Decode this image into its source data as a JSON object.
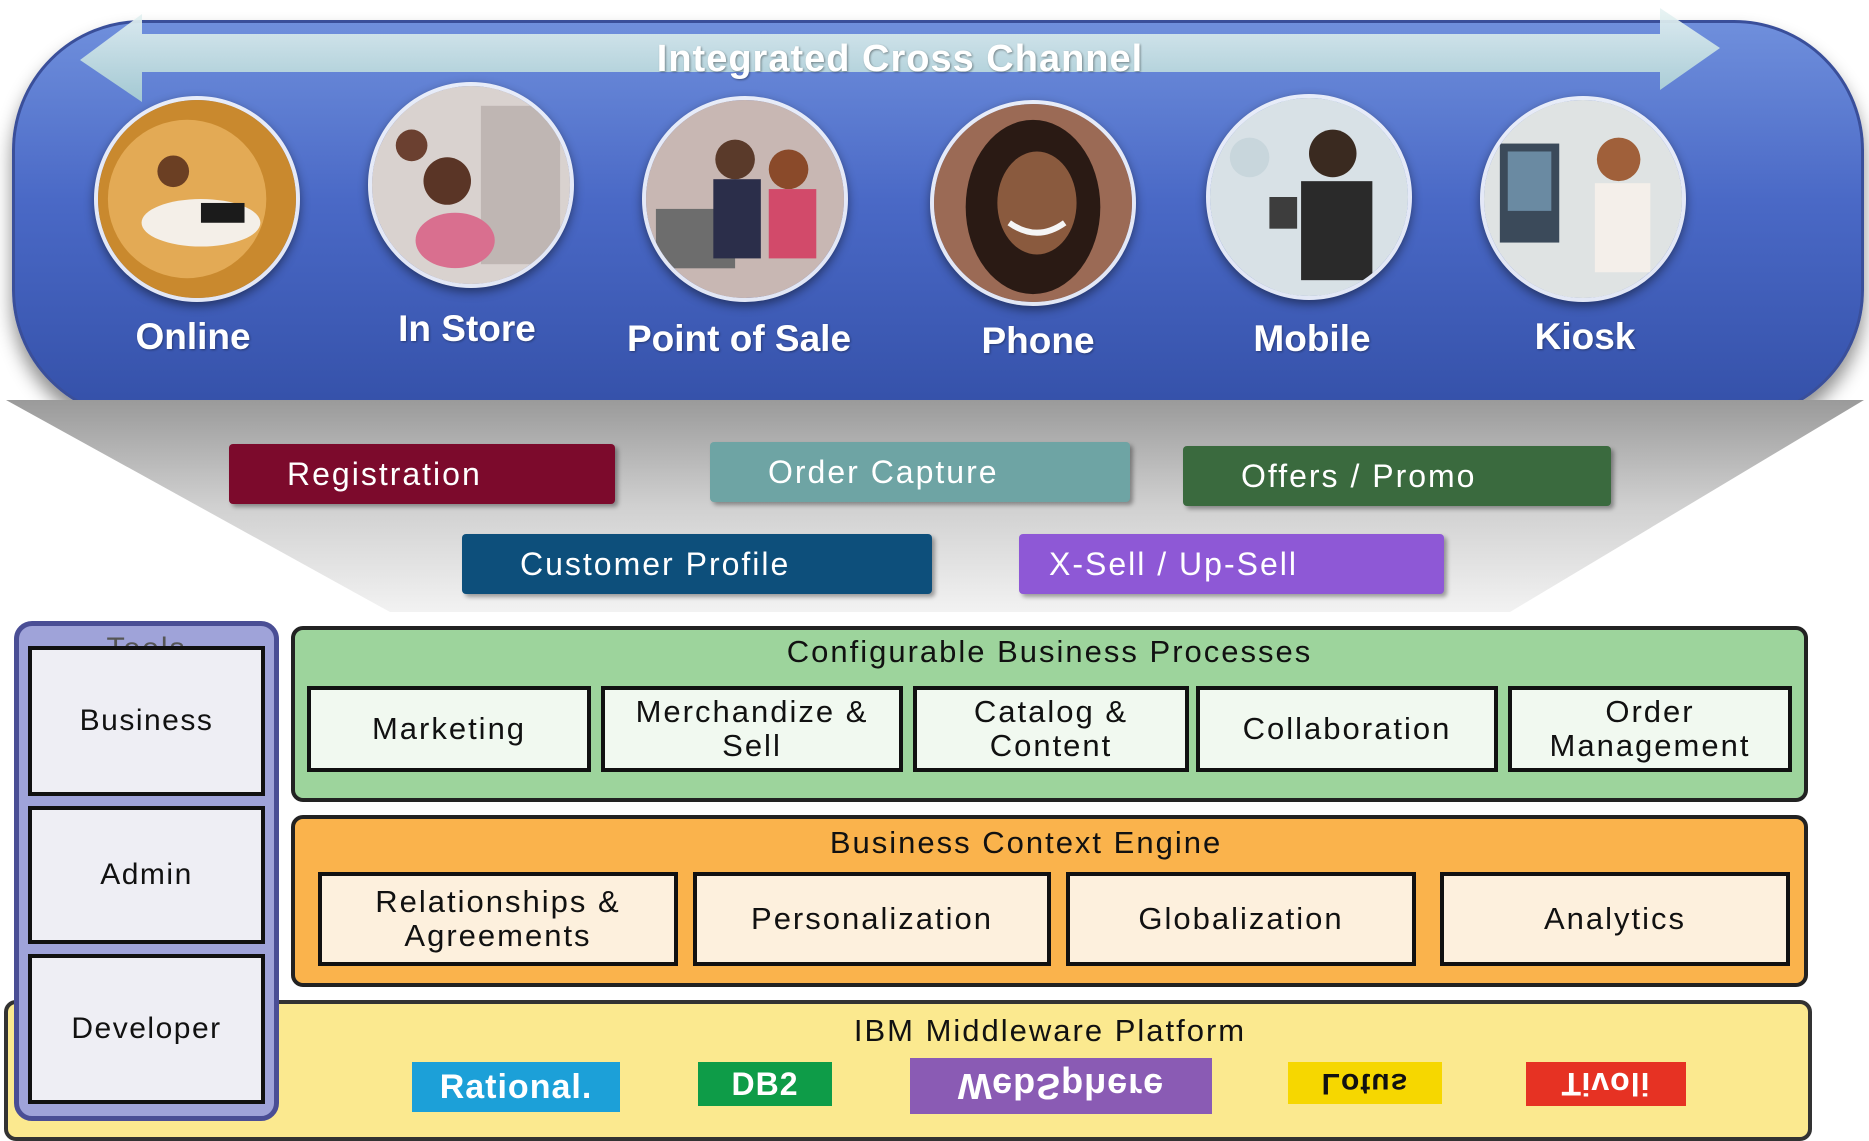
{
  "banner": {
    "title": "Integrated Cross Channel",
    "channels": [
      {
        "label": "Online",
        "icon": "online-photo"
      },
      {
        "label": "In Store",
        "icon": "in-store-photo"
      },
      {
        "label": "Point of Sale",
        "icon": "point-of-sale-photo"
      },
      {
        "label": "Phone",
        "icon": "phone-photo"
      },
      {
        "label": "Mobile",
        "icon": "mobile-photo"
      },
      {
        "label": "Kiosk",
        "icon": "kiosk-photo"
      }
    ]
  },
  "functions": {
    "registration": {
      "label": "Registration",
      "color": "#7c0a2c"
    },
    "order_capture": {
      "label": "Order Capture",
      "color": "#6ea4a4"
    },
    "offers_promo": {
      "label": "Offers / Promo",
      "color": "#3a6a3e"
    },
    "customer_profile": {
      "label": "Customer Profile",
      "color": "#0d4f7b"
    },
    "xsell_upsell": {
      "label": "X-Sell / Up-Sell",
      "color": "#8e58d6"
    }
  },
  "tools": {
    "title": "Tools",
    "items": [
      "Business",
      "Admin",
      "Developer"
    ]
  },
  "configurable_business_processes": {
    "title": "Configurable Business Processes",
    "color": "#9dd49c",
    "items": [
      "Marketing",
      "Merchandize & Sell",
      "Catalog & Content",
      "Collaboration",
      "Order Management"
    ]
  },
  "business_context_engine": {
    "title": "Business Context Engine",
    "color": "#fab34c",
    "items": [
      "Relationships & Agreements",
      "Personalization",
      "Globalization",
      "Analytics"
    ]
  },
  "middleware": {
    "title": "IBM Middleware Platform",
    "color": "#fbe98f",
    "logos": [
      {
        "label": "Rational.",
        "color": "#1ca0d8"
      },
      {
        "label": "DB2",
        "color": "#0e9c48"
      },
      {
        "label": "WebSphere",
        "color": "#8a5bb4"
      },
      {
        "label": "Lotus",
        "color": "#f6d700"
      },
      {
        "label": "Tivoli",
        "color": "#e63223"
      }
    ]
  }
}
